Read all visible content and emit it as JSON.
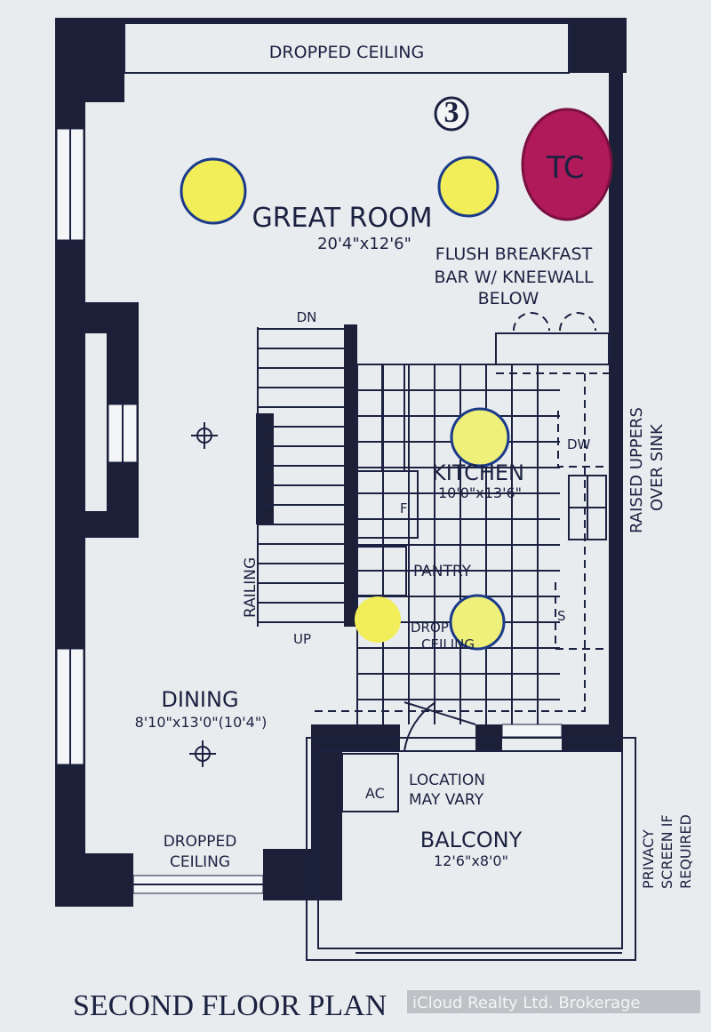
{
  "plan": {
    "title": "SECOND FLOOR PLAN",
    "unit_badge": "3",
    "watermark": "iCloud Realty Ltd. Brokerage",
    "rooms": {
      "great_room": {
        "name": "GREAT ROOM",
        "size": "20'4\"x12'6\""
      },
      "kitchen": {
        "name": "KITCHEN",
        "size": "10'0\"x13'6\""
      },
      "dining": {
        "name": "DINING",
        "size": "8'10\"x13'0\"(10'4\")"
      },
      "balcony": {
        "name": "BALCONY",
        "size": "12'6\"x8'0\""
      }
    },
    "notes": {
      "dropped_ceiling_top": "DROPPED CEILING",
      "breakfast_bar": [
        "FLUSH BREAKFAST",
        "BAR W/ KNEEWALL",
        "BELOW"
      ],
      "raised_uppers": [
        "RAISED UPPERS",
        "OVER SINK"
      ],
      "privacy_screen": [
        "PRIVACY",
        "SCREEN IF",
        "REQUIRED"
      ],
      "dropped_ceiling_dining": [
        "DROPPED",
        "CEILING"
      ],
      "dropped_ceiling_kitchen": [
        "DROP",
        "CEILING"
      ],
      "ac_location": [
        "LOCATION",
        "MAY VARY"
      ],
      "railing": "RAILING",
      "dn": "DN",
      "up": "UP",
      "pantry": "PANTRY",
      "fridge": "F",
      "dishwasher": "DW",
      "sink": "S",
      "ac": "AC"
    },
    "handwritten_mark": "TC",
    "colors": {
      "ink": "#1b2140",
      "highlight_yellow": "#f1ee5a",
      "marker_magenta": "#b0195a",
      "paper": "#e9ecef"
    }
  }
}
